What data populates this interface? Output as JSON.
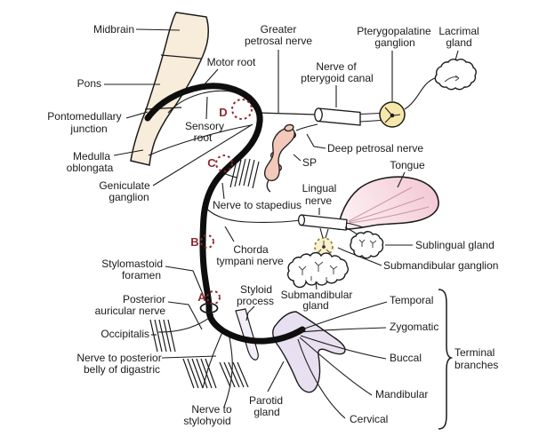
{
  "figure": {
    "type": "anatomical-diagram",
    "subject": "Facial nerve (CN VII) course and branches"
  },
  "colors": {
    "line": "#1b1b1b",
    "nerve_trunk": "#0e0e0e",
    "brainstem_fill": "#f8ecda",
    "tongue_light": "#fdf3f5",
    "tongue_dark": "#f4cbd7",
    "tongue_fiber": "#cf93a4",
    "parotid_fill": "#e8dff0",
    "styloid_fill": "#f3eef8",
    "ganglion_yellow": "#f5e8aa",
    "ganglion_pale": "#f8f1c9",
    "ganglion_dash": "#8a7a30",
    "sp_pink": "#f2c9ba",
    "marker": "#8c2a2e",
    "gland_white": "#ffffff"
  },
  "labels": {
    "midbrain": "Midbrain",
    "pons": "Pons",
    "pontomedullary_l1": "Pontomedullary",
    "pontomedullary_l2": "junction",
    "medulla_l1": "Medulla",
    "medulla_l2": "oblongata",
    "geniculate_l1": "Geniculate",
    "geniculate_l2": "ganglion",
    "motor_root": "Motor root",
    "sensory_l1": "Sensory",
    "sensory_l2": "root",
    "greater_l1": "Greater",
    "greater_l2": "petrosal nerve",
    "pterygoid_canal_l1": "Nerve of",
    "pterygoid_canal_l2": "pterygoid canal",
    "pterygopalatine_l1": "Pterygopalatine",
    "pterygopalatine_l2": "ganglion",
    "lacrimal_l1": "Lacrimal",
    "lacrimal_l2": "gland",
    "deep_petrosal": "Deep petrosal nerve",
    "sp": "SP",
    "tongue": "Tongue",
    "lingual_l1": "Lingual",
    "lingual_l2": "nerve",
    "nerve_to_stapedius": "Nerve to stapedius",
    "chorda_l1": "Chorda",
    "chorda_l2": "tympani nerve",
    "stylomastoid_l1": "Stylomastoid",
    "stylomastoid_l2": "foramen",
    "styloid_l1": "Styloid",
    "styloid_l2": "process",
    "posterior_auricular_l1": "Posterior",
    "posterior_auricular_l2": "auricular nerve",
    "occipitalis": "Occipitalis",
    "digastric_l1": "Nerve to posterior",
    "digastric_l2": "belly of digastric",
    "stylohyoid_l1": "Nerve to",
    "stylohyoid_l2": "stylohyoid",
    "sublingual": "Sublingual gland",
    "submandibular_ganglion": "Submandibular ganglion",
    "submandibular_gland_l1": "Submandibular",
    "submandibular_gland_l2": "gland",
    "parotid_l1": "Parotid",
    "parotid_l2": "gland",
    "temporal": "Temporal",
    "zygomatic": "Zygomatic",
    "buccal": "Buccal",
    "mandibular": "Mandibular",
    "cervical": "Cervical",
    "terminal_l1": "Terminal",
    "terminal_l2": "branches",
    "marker_a": "A",
    "marker_b": "B",
    "marker_c": "C",
    "marker_d": "D"
  }
}
